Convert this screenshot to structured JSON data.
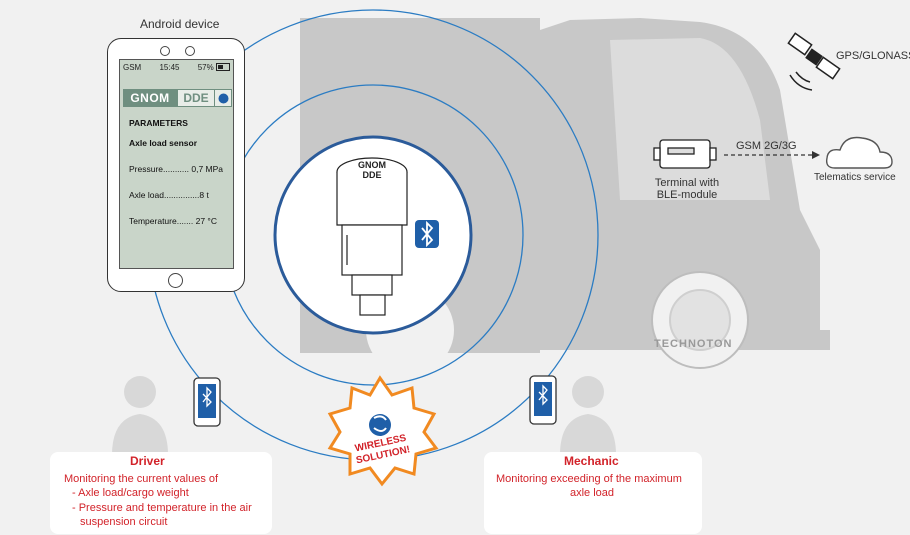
{
  "phone": {
    "title": "Android device",
    "status": {
      "network": "GSM",
      "time": "15:45",
      "battery": "57%"
    },
    "brand": {
      "gnom": "GNOM",
      "dde": "DDE"
    },
    "heading": "PARAMETERS",
    "sensor": "Axle load sensor",
    "params": [
      "Pressure........... 0,7 MPa",
      "Axle load...............8 t",
      "Temperature....... 27 °C"
    ]
  },
  "sensor_cap": {
    "line1": "GNOM",
    "line2": "DDE"
  },
  "truck": {
    "gps": "GPS/GLONASS",
    "gsm": "GSM 2G/3G",
    "terminal": [
      "Terminal with",
      "BLE-module"
    ],
    "telematics": "Telematics service",
    "watermark": "TECHNOTON"
  },
  "badge": {
    "line1": "WIRELESS",
    "line2": "SOLUTION!"
  },
  "driver": {
    "title": "Driver",
    "lines": [
      "Monitoring the current values of",
      "- Axle load/cargo weight",
      "- Pressure and temperature in the air",
      "suspension circuit"
    ]
  },
  "mechanic": {
    "title": "Mechanic",
    "lines": [
      "Monitoring exceeding of the maximum",
      "axle load"
    ]
  },
  "colors": {
    "accent_red": "#d2232a",
    "bluetooth": "#1f5fa8",
    "orange": "#f18a21",
    "truck_gray": "#c9c9c9"
  }
}
